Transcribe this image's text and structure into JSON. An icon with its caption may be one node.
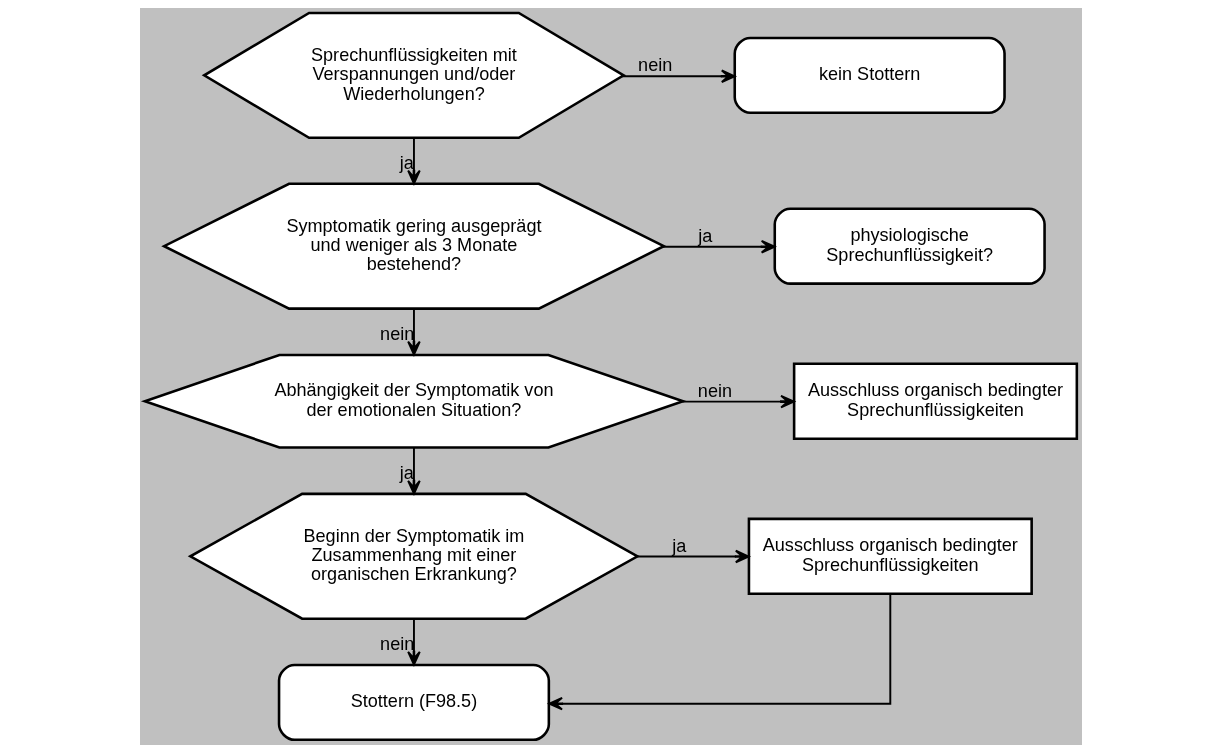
{
  "diagram": {
    "nodes": [
      {
        "text": [
          "Sprechunflüssigkeiten mit Verspannungen und/oder Wiederholungen?"
        ]
      },
      {
        "text": [
          "kein Stottern"
        ]
      },
      {
        "text": [
          "Symptomatik gering ausgeprägt und weniger als 3 Monate bestehend?"
        ]
      },
      {
        "text": [
          "physiologische Sprechunflüssigkeit?"
        ]
      },
      {
        "text": [
          "Abhängigkeit der Symptomatik von der emotionalen Situation?"
        ]
      },
      {
        "text": [
          "Ausschluss organisch bedingter Sprechunflüssigkeiten"
        ]
      },
      {
        "text": [
          "Beginn der Symptomatik im Zusammenhang mit einer organischen Erkrankung?"
        ]
      },
      {
        "text": [
          "Ausschluss organisch bedingter Sprechunflüssigkeiten"
        ]
      },
      {
        "text": [
          "Stottern (F98.5)"
        ]
      }
    ],
    "edges": [
      {
        "from": 0,
        "to": 1,
        "arrow": "to",
        "label": "nein"
      },
      {
        "from": 0,
        "to": 2,
        "arrow": "to",
        "label": "ja"
      },
      {
        "from": 2,
        "to": 3,
        "arrow": "to",
        "label": "ja"
      },
      {
        "from": 2,
        "to": 4,
        "arrow": "to",
        "label": "nein"
      },
      {
        "from": 4,
        "to": 5,
        "arrow": "to",
        "label": "nein"
      },
      {
        "from": 4,
        "to": 6,
        "arrow": "to",
        "label": "ja"
      },
      {
        "from": 6,
        "to": 7,
        "arrow": "to",
        "label": "ja"
      },
      {
        "from": 6,
        "to": 8,
        "arrow": "to",
        "label": "nein"
      },
      {
        "from": 7,
        "to": 8,
        "arrow": "to"
      }
    ]
  }
}
